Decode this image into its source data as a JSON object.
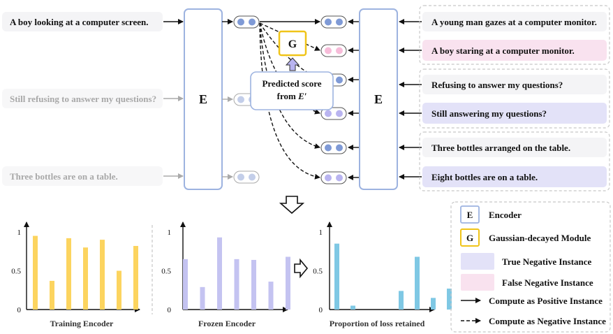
{
  "inputs": [
    {
      "text": "A boy looking at a computer screen.",
      "faded": false
    },
    {
      "text": "Still refusing to answer my questions?",
      "faded": true
    },
    {
      "text": "Three bottles are on a table.",
      "faded": true
    }
  ],
  "candidates": [
    {
      "text": "A young man gazes at a computer monitor.",
      "kind": "plain"
    },
    {
      "text": "A boy staring at a computer monitor.",
      "kind": "false-negative"
    },
    {
      "text": "Refusing to answer my questions?",
      "kind": "plain"
    },
    {
      "text": "Still answering my questions?",
      "kind": "true-negative"
    },
    {
      "text": "Three bottles arranged on the table.",
      "kind": "plain"
    },
    {
      "text": "Eight bottles are on a table.",
      "kind": "true-negative"
    }
  ],
  "encoder_label": "E",
  "gaussian_label": "G",
  "predicted_score": {
    "line1": "Predicted score",
    "line2": "from ",
    "symbol": "E′"
  },
  "legend": [
    {
      "key": "encoder",
      "symbol": "E",
      "text": "Encoder"
    },
    {
      "key": "gaussian",
      "symbol": "G",
      "text": "Gaussian-decayed Module"
    },
    {
      "key": "true-negative",
      "text": "True Negative Instance"
    },
    {
      "key": "false-negative",
      "text": "False Negative Instance"
    },
    {
      "key": "positive-arrow",
      "text": "Compute as Positive Instance"
    },
    {
      "key": "negative-arrow",
      "text": "Compute as Negative Instance"
    }
  ],
  "colors": {
    "encoder_border": "#9db3e0",
    "embedding_dark": "#7f9ad6",
    "embedding_light": "#c3cee9",
    "embedding_pink": "#f7bcd9",
    "embedding_lavender": "#b9b4f0",
    "gaussian_border": "#f0c419",
    "true_negative_fill": "#e3e2f8",
    "false_negative_fill": "#f9e2ef",
    "bar_training": "#fcd45f",
    "bar_frozen": "#c4c3f1",
    "bar_proportion": "#7fc8e4"
  },
  "chart_data": [
    {
      "type": "bar",
      "title": "Training Encoder",
      "values": [
        0.95,
        0.37,
        0.92,
        0.8,
        0.9,
        0.5,
        0.82
      ],
      "ylim": [
        0,
        1
      ],
      "yticks": [
        "1",
        "0.5",
        "0"
      ]
    },
    {
      "type": "bar",
      "title": "Frozen Encoder",
      "values": [
        0.65,
        0.29,
        0.93,
        0.65,
        0.64,
        0.36,
        0.68
      ],
      "ylim": [
        0,
        1
      ],
      "yticks": [
        "1",
        "0.5",
        "0"
      ]
    },
    {
      "type": "bar",
      "title": "Proportion of loss retained",
      "values": [
        0.85,
        0.05,
        0.0,
        0.0,
        0.24,
        0.68,
        0.15,
        0.27
      ],
      "ylim": [
        0,
        1
      ],
      "yticks": [
        "1",
        "0.5",
        "0"
      ]
    }
  ]
}
